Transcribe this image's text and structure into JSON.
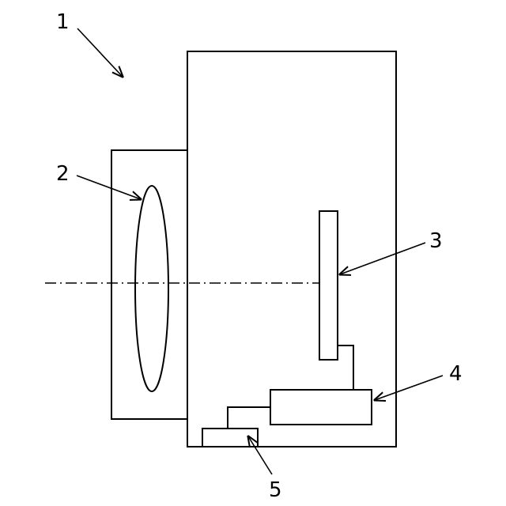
{
  "figure": {
    "labels": {
      "device": "1",
      "lens": "2",
      "sensor": "3",
      "circuit": "4",
      "component": "5"
    },
    "colors": {
      "stroke": "#000000",
      "background": "#ffffff"
    }
  }
}
